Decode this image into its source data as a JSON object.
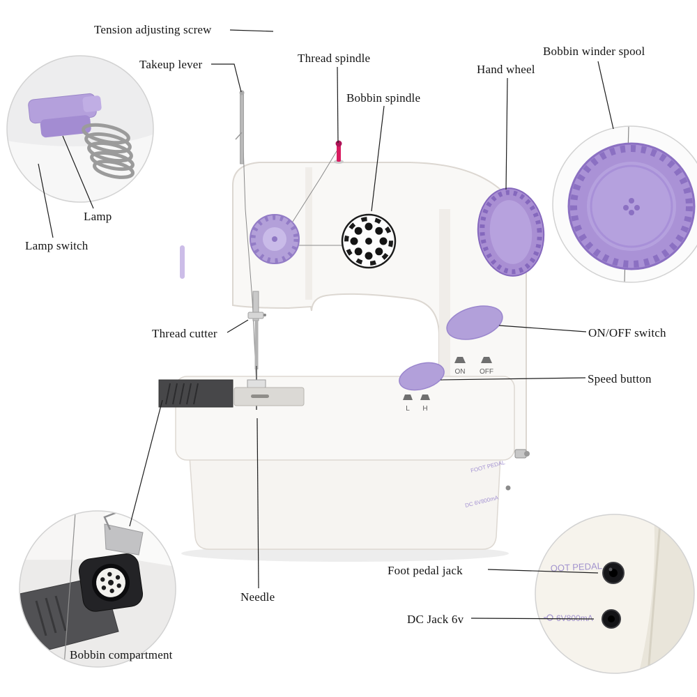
{
  "labels": {
    "tension_adjusting_screw": "Tension adjusting screw",
    "takeup_lever": "Takeup lever",
    "thread_spindle": "Thread spindle",
    "bobbin_spindle": "Bobbin spindle",
    "hand_wheel": "Hand wheel",
    "bobbin_winder_spool": "Bobbin winder spool",
    "lamp": "Lamp",
    "lamp_switch": "Lamp switch",
    "thread_cutter": "Thread cutter",
    "on_off_switch": "ON/OFF switch",
    "speed_button": "Speed button",
    "foot_pedal_jack": "Foot pedal jack",
    "dc_jack": "DC Jack 6v",
    "needle": "Needle",
    "bobbin_compartment": "Bobbin compartment"
  },
  "machine_text": {
    "on": "ON",
    "off": "OFF",
    "speed_low": "L",
    "speed_high": "H",
    "foot_pedal_port": "FOOT PEDAL",
    "dc_port": "DC 6V800mA"
  },
  "inset_text": {
    "foot_pedal_partial": "OOT PEDAL",
    "dc_partial": "6V800mA"
  },
  "colors": {
    "accent_purple": "#b2a0da",
    "accent_purple_dark": "#8b70c2",
    "body_white": "#f9f8f6",
    "label_text": "#141414"
  }
}
